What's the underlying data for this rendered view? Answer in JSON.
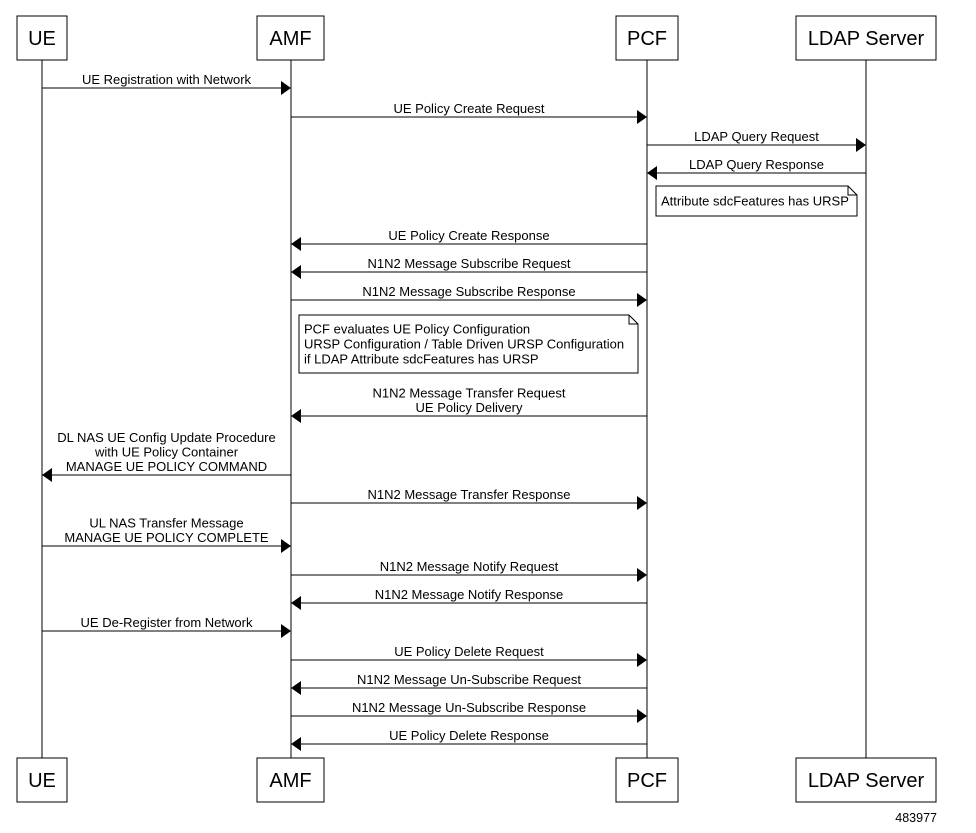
{
  "participants": [
    {
      "id": "ue",
      "label": "UE"
    },
    {
      "id": "amf",
      "label": "AMF"
    },
    {
      "id": "pcf",
      "label": "PCF"
    },
    {
      "id": "ldap",
      "label": "LDAP Server"
    }
  ],
  "messages": [
    {
      "from": "ue",
      "to": "amf",
      "lines": [
        "UE Registration with Network"
      ]
    },
    {
      "from": "amf",
      "to": "pcf",
      "lines": [
        "UE Policy Create Request"
      ]
    },
    {
      "from": "pcf",
      "to": "ldap",
      "lines": [
        "LDAP Query Request"
      ]
    },
    {
      "from": "ldap",
      "to": "pcf",
      "lines": [
        "LDAP Query Response"
      ]
    },
    {
      "from": "pcf",
      "to": "amf",
      "lines": [
        "UE Policy Create Response"
      ]
    },
    {
      "from": "pcf",
      "to": "amf",
      "lines": [
        "N1N2 Message Subscribe Request"
      ]
    },
    {
      "from": "amf",
      "to": "pcf",
      "lines": [
        "N1N2 Message Subscribe Response"
      ]
    },
    {
      "from": "pcf",
      "to": "amf",
      "lines": [
        "N1N2 Message Transfer Request",
        "UE Policy Delivery"
      ]
    },
    {
      "from": "amf",
      "to": "ue",
      "lines": [
        "DL NAS UE Config Update Procedure",
        "with UE Policy Container",
        "MANAGE UE POLICY COMMAND"
      ]
    },
    {
      "from": "amf",
      "to": "pcf",
      "lines": [
        "N1N2 Message Transfer Response"
      ]
    },
    {
      "from": "ue",
      "to": "amf",
      "lines": [
        "UL NAS Transfer Message",
        "MANAGE UE POLICY COMPLETE"
      ]
    },
    {
      "from": "amf",
      "to": "pcf",
      "lines": [
        "N1N2 Message Notify Request"
      ]
    },
    {
      "from": "pcf",
      "to": "amf",
      "lines": [
        "N1N2 Message Notify Response"
      ]
    },
    {
      "from": "ue",
      "to": "amf",
      "lines": [
        "UE De-Register from Network"
      ]
    },
    {
      "from": "amf",
      "to": "pcf",
      "lines": [
        "UE Policy Delete Request"
      ]
    },
    {
      "from": "pcf",
      "to": "amf",
      "lines": [
        "N1N2 Message Un-Subscribe Request"
      ]
    },
    {
      "from": "amf",
      "to": "pcf",
      "lines": [
        "N1N2 Message Un-Subscribe Response"
      ]
    },
    {
      "from": "pcf",
      "to": "amf",
      "lines": [
        "UE Policy Delete Response"
      ]
    }
  ],
  "notes": [
    {
      "lines": [
        "Attribute sdcFeatures has URSP"
      ]
    },
    {
      "lines": [
        "PCF evaluates UE Policy Configuration",
        "URSP Configuration / Table Driven URSP Configuration",
        "if LDAP Attribute sdcFeatures has URSP"
      ]
    }
  ],
  "figure_id": "483977"
}
